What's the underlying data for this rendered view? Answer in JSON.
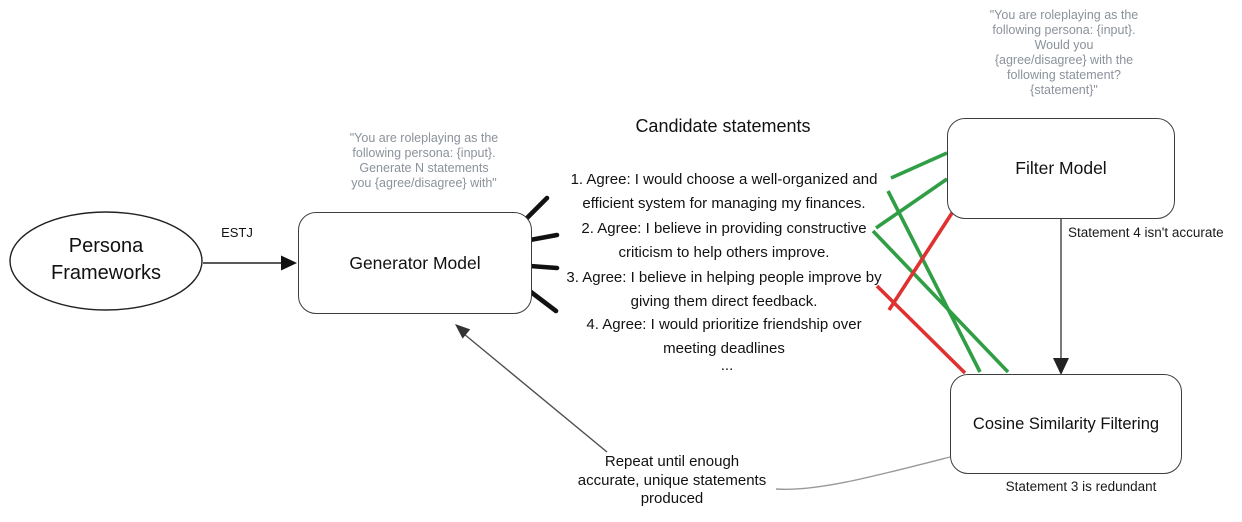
{
  "diagram": {
    "persona_frameworks": {
      "label": "Persona Frameworks"
    },
    "estj_label": "ESTJ",
    "generator": {
      "prompt": "\"You are roleplaying as the\nfollowing persona: {input}.\nGenerate N statements\nyou {agree/disagree} with\"",
      "label": "Generator Model"
    },
    "candidate_statements": {
      "title": "Candidate statements",
      "items": [
        {
          "text": "1. Agree: I would choose a well-organized and\nefficient system for managing my finances."
        },
        {
          "text": "2. Agree: I believe in providing constructive\ncriticism to help others improve."
        },
        {
          "text": "3. Agree: I believe in helping people improve by\ngiving them direct feedback."
        },
        {
          "text": "4. Agree: I would prioritize friendship over\nmeeting deadlines"
        }
      ],
      "ellipsis": "..."
    },
    "filter_model": {
      "prompt": "\"You are roleplaying as the\nfollowing persona: {input}.\nWould you\n{agree/disagree} with the\nfollowing statement?\n{statement}\"",
      "label": "Filter Model",
      "annotation": "Statement 4 isn't accurate"
    },
    "cosine_filtering": {
      "label": "Cosine Similarity Filtering",
      "annotation": "Statement 3 is redundant"
    },
    "repeat_note": "Repeat until enough\naccurate, unique statements\nproduced",
    "colors": {
      "accept": "#2f9e44",
      "reject": "#e03131",
      "prompt_gray": "#8b929a"
    }
  }
}
